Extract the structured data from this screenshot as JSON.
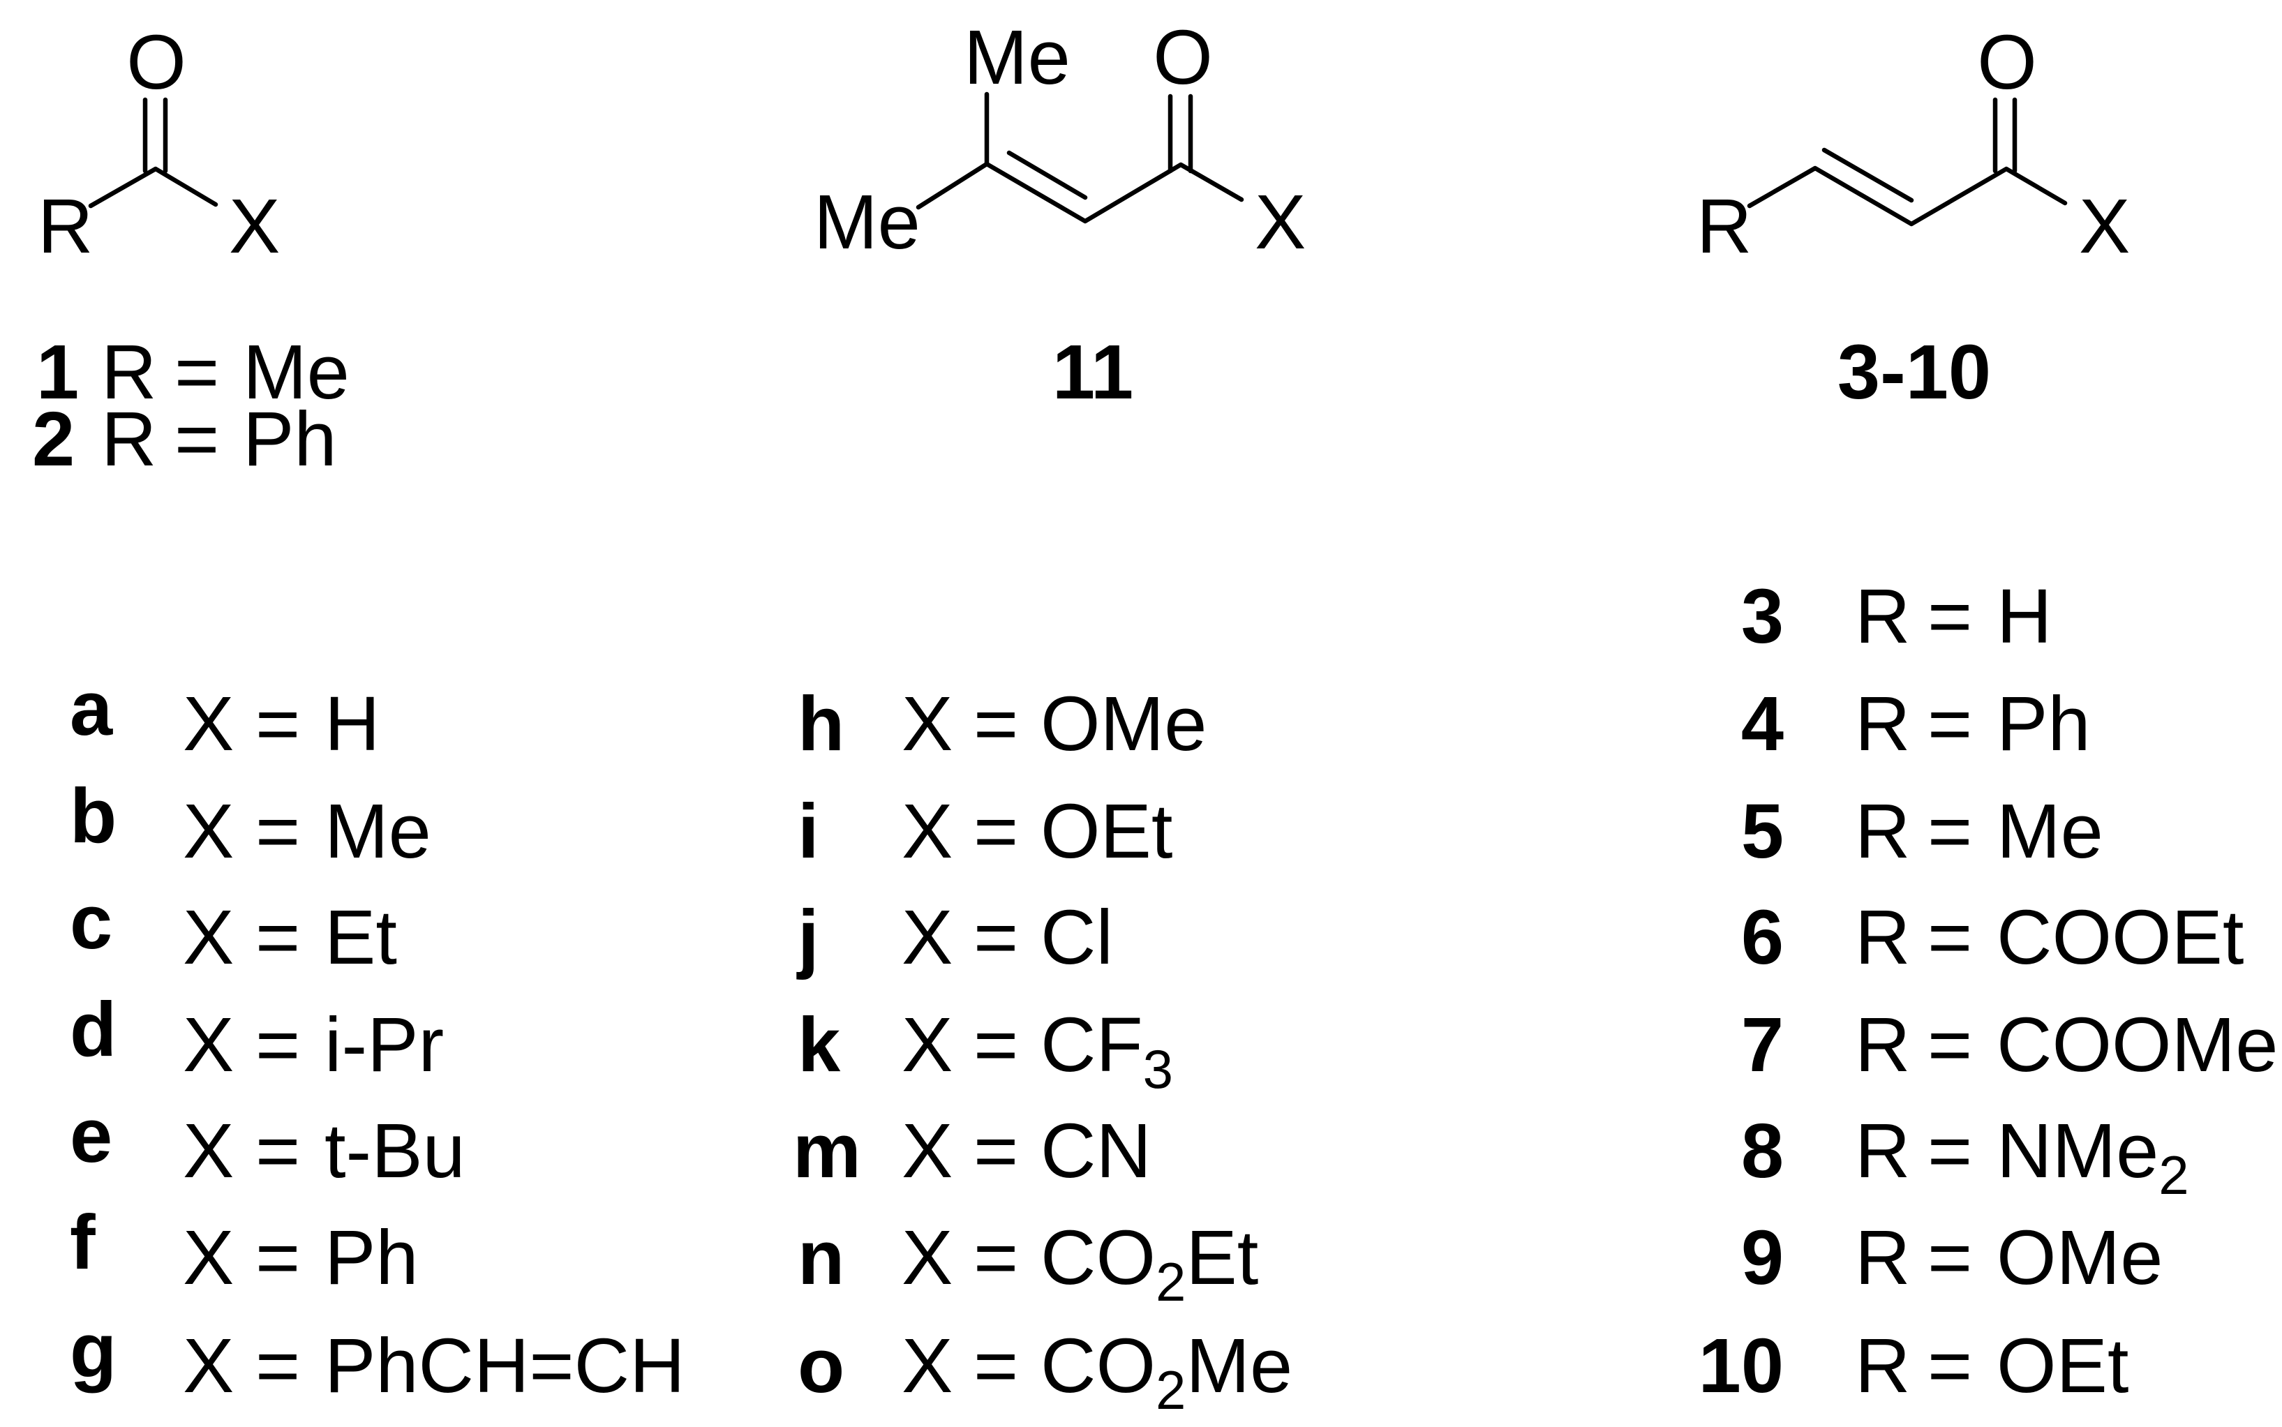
{
  "structures": {
    "carbonyl": {
      "atoms": {
        "O": "O",
        "R": "R",
        "X": "X"
      },
      "compounds": [
        {
          "id": "1",
          "sub_label": "R",
          "eq": "=",
          "value": "Me"
        },
        {
          "id": "2",
          "sub_label": "R",
          "eq": "=",
          "value": "Ph"
        }
      ]
    },
    "dimethylacryl": {
      "atoms": {
        "Me_top": "Me",
        "Me_left": "Me",
        "O": "O",
        "X": "X"
      },
      "label": "11"
    },
    "enone": {
      "atoms": {
        "R": "R",
        "O": "O",
        "X": "X"
      },
      "label": "3-10"
    }
  },
  "x_substituents": {
    "column1": [
      {
        "letter": "a",
        "var": "X",
        "eq": "=",
        "value": "H",
        "sub": "",
        "rest": ""
      },
      {
        "letter": "b",
        "var": "X",
        "eq": "=",
        "value": "Me",
        "sub": "",
        "rest": ""
      },
      {
        "letter": "c",
        "var": "X",
        "eq": "=",
        "value": "Et",
        "sub": "",
        "rest": ""
      },
      {
        "letter": "d",
        "var": "X",
        "eq": "=",
        "value": "i-Pr",
        "sub": "",
        "rest": ""
      },
      {
        "letter": "e",
        "var": "X",
        "eq": "=",
        "value": "t-Bu",
        "sub": "",
        "rest": ""
      },
      {
        "letter": "f",
        "var": "X",
        "eq": "=",
        "value": "Ph",
        "sub": "",
        "rest": ""
      },
      {
        "letter": "g",
        "var": "X",
        "eq": "=",
        "value": "PhCH=CH",
        "sub": "",
        "rest": ""
      }
    ],
    "column2": [
      {
        "letter": "h",
        "var": "X",
        "eq": "=",
        "value": "OMe",
        "sub": "",
        "rest": ""
      },
      {
        "letter": "i",
        "var": "X",
        "eq": "=",
        "value": "OEt",
        "sub": "",
        "rest": ""
      },
      {
        "letter": "j",
        "var": "X",
        "eq": "=",
        "value": "Cl",
        "sub": "",
        "rest": ""
      },
      {
        "letter": "k",
        "var": "X",
        "eq": "=",
        "value": "CF",
        "sub": "3",
        "rest": ""
      },
      {
        "letter": "m",
        "var": "X",
        "eq": "=",
        "value": "CN",
        "sub": "",
        "rest": ""
      },
      {
        "letter": "n",
        "var": "X",
        "eq": "=",
        "value": "CO",
        "sub": "2",
        "rest": "Et"
      },
      {
        "letter": "o",
        "var": "X",
        "eq": "=",
        "value": "CO",
        "sub": "2",
        "rest": "Me"
      }
    ]
  },
  "r_substituents": [
    {
      "num": "3",
      "var": "R",
      "eq": "=",
      "value": "H",
      "sub": ""
    },
    {
      "num": "4",
      "var": "R",
      "eq": "=",
      "value": "Ph",
      "sub": ""
    },
    {
      "num": "5",
      "var": "R",
      "eq": "=",
      "value": "Me",
      "sub": ""
    },
    {
      "num": "6",
      "var": "R",
      "eq": "=",
      "value": "COOEt",
      "sub": ""
    },
    {
      "num": "7",
      "var": "R",
      "eq": "=",
      "value": "COOMe",
      "sub": ""
    },
    {
      "num": "8",
      "var": "R",
      "eq": "=",
      "value": "NMe",
      "sub": "2"
    },
    {
      "num": "9",
      "var": "R",
      "eq": "=",
      "value": "OMe",
      "sub": ""
    },
    {
      "num": "10",
      "var": "R",
      "eq": "=",
      "value": "OEt",
      "sub": ""
    }
  ]
}
